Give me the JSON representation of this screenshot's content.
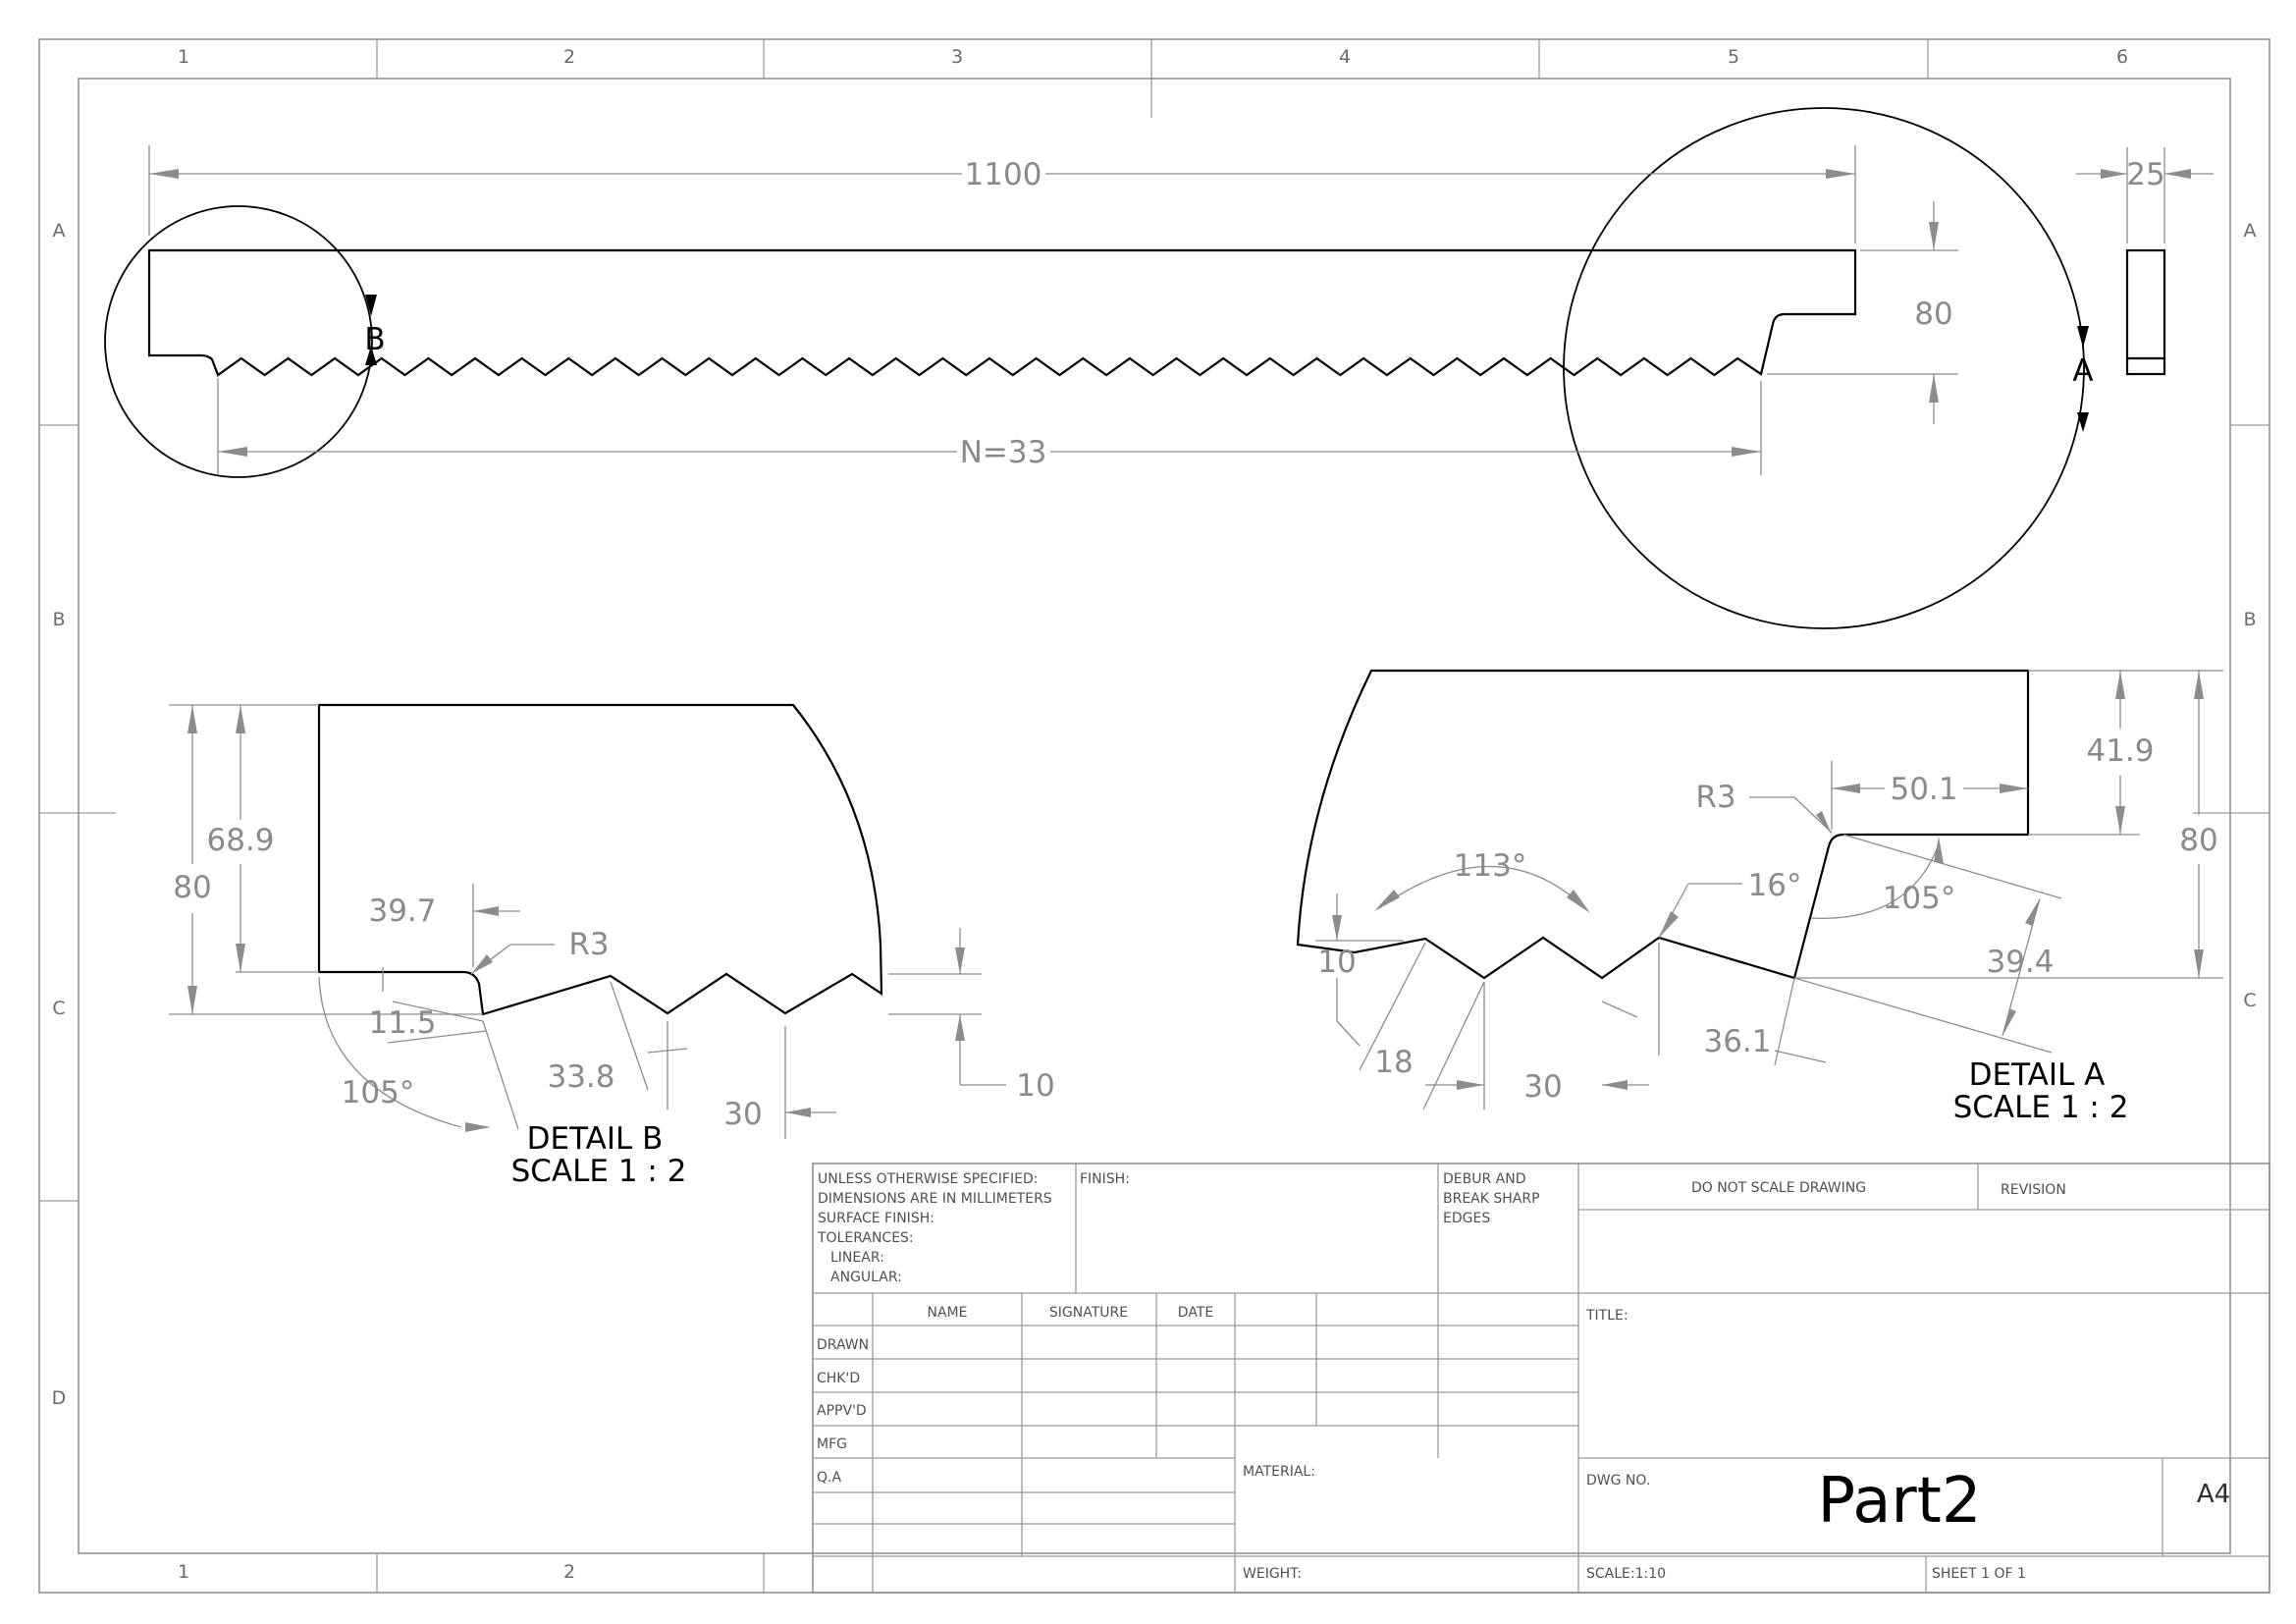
{
  "zones": {
    "columns": [
      "1",
      "2",
      "3",
      "4",
      "5",
      "6"
    ],
    "rows": [
      "A",
      "B",
      "C",
      "D"
    ]
  },
  "main_view": {
    "length": "1100",
    "height": "80",
    "teeth": "N=33",
    "thickness": "25",
    "detail_b_marker": "B",
    "detail_a_marker": "A"
  },
  "detail_b": {
    "title": "DETAIL B",
    "scale": "SCALE 1 : 2",
    "dims": {
      "h80": "80",
      "h68": "68.9",
      "w39": "39.7",
      "r3": "R3",
      "h11": "11.5",
      "a105": "105°",
      "p33": "33.8",
      "p30": "30",
      "d10": "10"
    }
  },
  "detail_a": {
    "title": "DETAIL A",
    "scale": "SCALE 1 : 2",
    "dims": {
      "h41": "41.9",
      "h80": "80",
      "w50": "50.1",
      "r3": "R3",
      "a113": "113°",
      "a16": "16°",
      "a105": "105°",
      "d39": "39.4",
      "d10": "10",
      "d18": "18",
      "p30": "30",
      "d36": "36.1"
    }
  },
  "title_block": {
    "general_notes": [
      "UNLESS OTHERWISE SPECIFIED:",
      "DIMENSIONS ARE IN MILLIMETERS",
      "SURFACE FINISH:",
      "TOLERANCES:",
      "LINEAR:",
      "ANGULAR:"
    ],
    "finish": "FINISH:",
    "debur": [
      "DEBUR AND",
      "BREAK SHARP",
      "EDGES"
    ],
    "do_not_scale": "DO NOT SCALE DRAWING",
    "revision": "REVISION",
    "col_name": "NAME",
    "col_signature": "SIGNATURE",
    "col_date": "DATE",
    "rows": [
      "DRAWN",
      "CHK'D",
      "APPV'D",
      "MFG",
      "Q.A"
    ],
    "title": "TITLE:",
    "material": "MATERIAL:",
    "weight": "WEIGHT:",
    "dwg_no": "DWG NO.",
    "part_name": "Part2",
    "size": "A4",
    "scale": "SCALE:1:10",
    "sheet": "SHEET 1 OF 1"
  }
}
